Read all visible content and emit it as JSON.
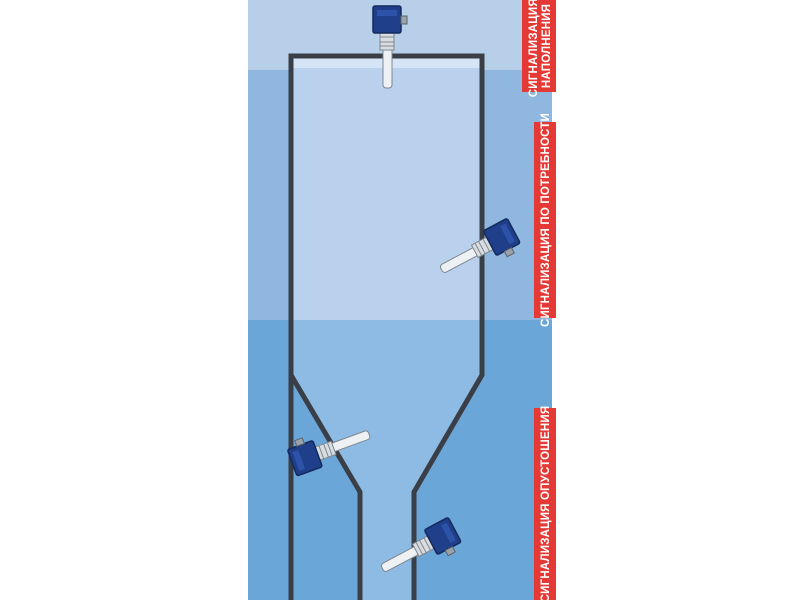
{
  "labels": {
    "fill": "СИГНАЛИЗАЦИЯ\nНАПОЛНЕНИЯ",
    "demand": "СИГНАЛИЗАЦИЯ ПО ПОТРЕБНОСТИ",
    "empty": "СИГНАЛИЗАЦИЯ ОПУСТОШЕНИЯ"
  },
  "colors": {
    "zone_top": "#b7cfe9",
    "zone_middle": "#8fb7df",
    "zone_bottom": "#6aa6d8",
    "vessel_upper": "#b9d1ed",
    "vessel_lower": "#8dbbe3",
    "vessel_wall": "#3a3f47",
    "label_bg": "#e53935",
    "sensor_housing": "#1f3f8a",
    "sensor_probe": "#eef1f3"
  },
  "icons": [
    "level-sensor-icon"
  ]
}
